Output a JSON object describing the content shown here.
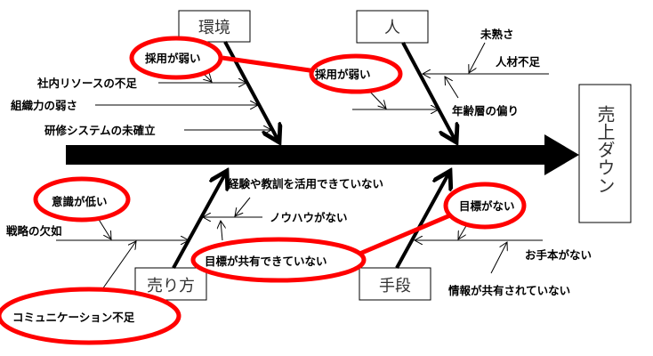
{
  "effect": "売上ダウン",
  "categories": {
    "environment": "環境",
    "people": "人",
    "sales_method": "売り方",
    "means": "手段"
  },
  "environment_causes": {
    "internal_resources": "社内リソースの不足",
    "org_strength": "組織力の弱さ",
    "training_system": "研修システムの未確立",
    "hiring_weak": "採用が弱い"
  },
  "people_causes": {
    "hiring_weak": "採用が弱い",
    "immaturity": "未熟さ",
    "talent_shortage": "人材不足",
    "age_imbalance": "年齢層の偏り"
  },
  "sales_method_causes": {
    "low_awareness": "意識が低い",
    "lack_of_strategy": "戦略の欠如",
    "communication": "コミュニケーション不足",
    "experience": "経験や教訓を活用できていない",
    "knowhow": "ノウハウがない",
    "goal_sharing": "目標が共有できていない"
  },
  "means_causes": {
    "no_goal": "目標がない",
    "no_model": "お手本がない",
    "info_sharing": "情報が共有されていない"
  },
  "colors": {
    "highlight": "#ff0000",
    "line": "#000000"
  }
}
